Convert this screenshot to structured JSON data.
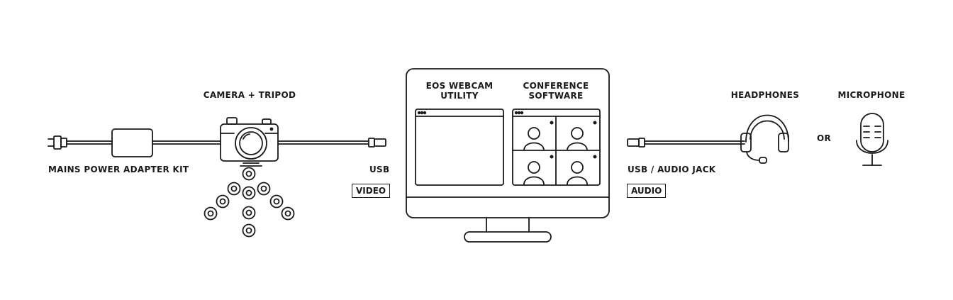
{
  "labels": {
    "mains_power": "MAINS POWER ADAPTER KIT",
    "camera_tripod": "CAMERA + TRIPOD",
    "usb": "USB",
    "eos_webcam_line1": "EOS WEBCAM",
    "eos_webcam_line2": "UTILITY",
    "conference_line1": "CONFERENCE",
    "conference_line2": "SOFTWARE",
    "usb_audio_jack": "USB / AUDIO JACK",
    "headphones": "HEADPHONES",
    "or": "OR",
    "microphone": "MICROPHONE"
  },
  "tags": {
    "video": "VIDEO",
    "audio": "AUDIO"
  },
  "colors": {
    "line": "#1a1a1a",
    "background": "#ffffff"
  }
}
